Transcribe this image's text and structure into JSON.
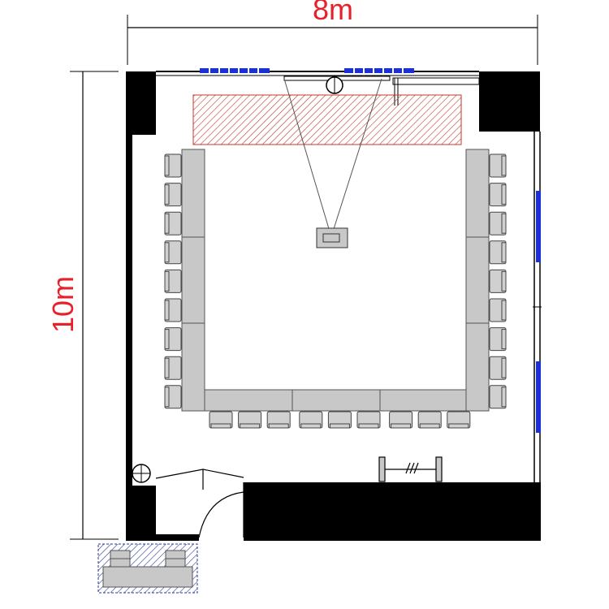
{
  "dimensions": {
    "width_label": "8m",
    "height_label": "10m"
  },
  "colors": {
    "wall": "#000000",
    "table_fill": "#c8c8c8",
    "table_stroke": "#555555",
    "chair_fill": "#d0d0d0",
    "window_blue": "#1a2fd6",
    "stage_hatch": "#c0392b",
    "dimension_text": "#e8202a",
    "entry_hatch": "#2a3a9a"
  },
  "layout_counts": {
    "left_chairs": 9,
    "right_chairs": 9,
    "bottom_chairs": 9
  },
  "icons": [
    "projector-icon",
    "screen-icon",
    "door-swing-icon",
    "coat-rack-icon",
    "column-icon"
  ]
}
